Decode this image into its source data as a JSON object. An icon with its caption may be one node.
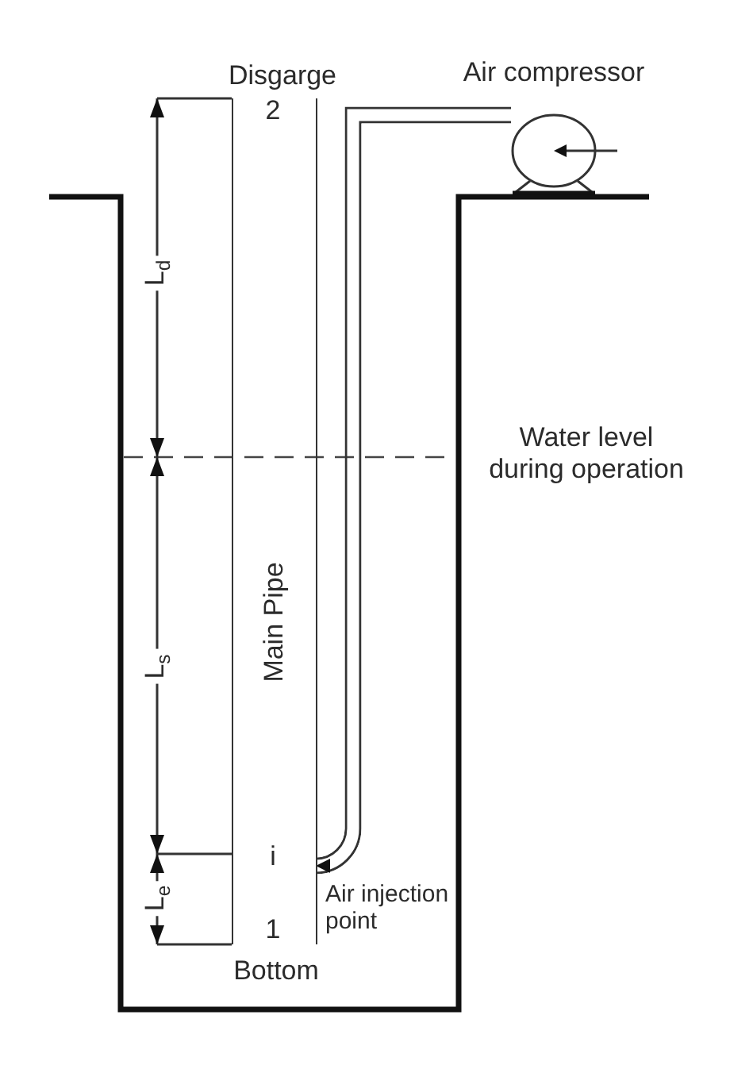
{
  "diagram": {
    "nodes": [
      {
        "text": [
          "Main Pipe"
        ],
        "beside": [
          "Disgarge",
          "Bottom"
        ]
      },
      {
        "text": [],
        "shape": "picture"
      }
    ],
    "edges": [
      {
        "from": 1,
        "to": 0,
        "arrow": "to"
      }
    ],
    "labels": [
      "Air compressor",
      "2",
      "L$_{d}$",
      "Water level during operation",
      "L$_{s}$",
      "i",
      "Air injection point",
      "L$_{e}$",
      "1"
    ]
  }
}
